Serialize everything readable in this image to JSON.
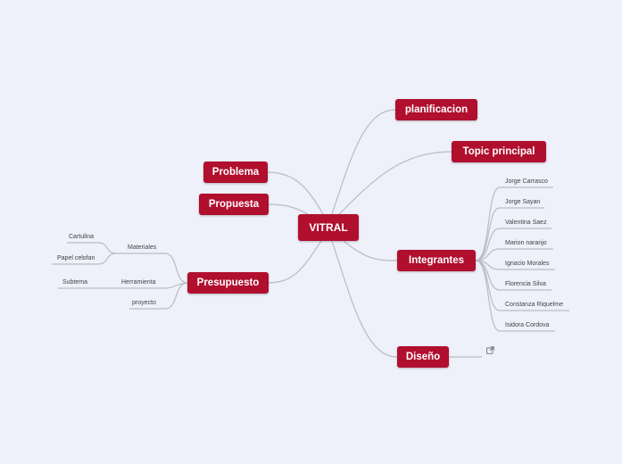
{
  "central": "VITRAL",
  "topics": {
    "planificacion": "planificacion",
    "topic_principal": "Topic principal",
    "integrantes": "Integrantes",
    "diseno": "Diseño",
    "problema": "Problema",
    "propuesta": "Propuesta",
    "presupuesto": "Presupuesto"
  },
  "integrantes": [
    "Jorge Carrasco",
    "Jorge Sayan",
    "Valentina Saez",
    "Marion naranjo",
    "Ignacio Morales",
    "Florencia Silva",
    "Constanza Riquelme",
    "Isidora Cordova"
  ],
  "presupuesto": {
    "materiales": "Materiales",
    "materiales_items": [
      "Cartulina",
      "Papel celofan"
    ],
    "herramienta": "Herramienta",
    "herramienta_items": [
      "Subtema"
    ],
    "proyecto": "proyecto"
  },
  "icons": {
    "diseno_link": "external-link-icon"
  },
  "colors": {
    "node": "#b10f2e",
    "connector": "#b8bcc8",
    "background": "#eef0fa"
  }
}
